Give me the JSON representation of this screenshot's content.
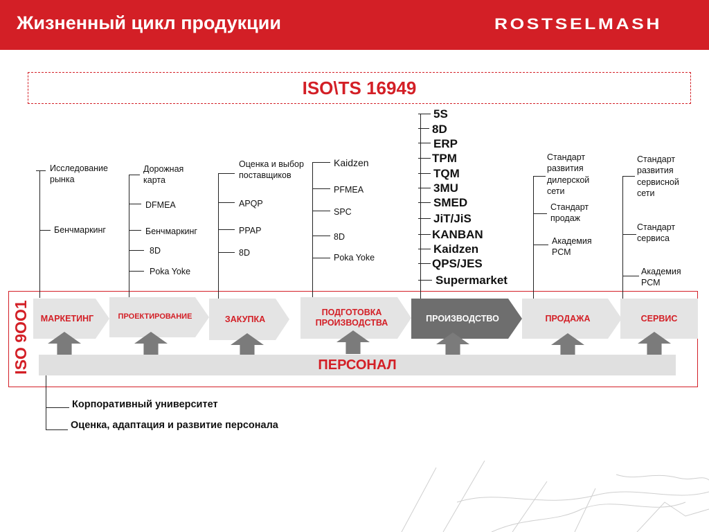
{
  "header": {
    "title": "Жизненный цикл продукции",
    "brand": "ROSTSELMASH"
  },
  "iso_ts": "ISO\\TS 16949",
  "iso9001": "ISO 9OO1",
  "personnel": "ПЕРСОНАЛ",
  "stages": [
    {
      "label": "МАРКЕТИНГ"
    },
    {
      "label": "ПРОЕКТИРОВАНИЕ"
    },
    {
      "label": "ЗАКУПКА"
    },
    {
      "label": "ПОДГОТОВКА ПРОИЗВОДСТВА"
    },
    {
      "label": "ПРОИЗВОДСТВО"
    },
    {
      "label": "ПРОДАЖА"
    },
    {
      "label": "СЕРВИС"
    }
  ],
  "branches": {
    "marketing": [
      "Исследование рынка",
      "Бенчмаркинг"
    ],
    "design": [
      "Дорожная карта",
      "DFMEA",
      "Бенчмаркинг",
      "8D",
      "Poka Yoke"
    ],
    "purchasing": [
      "Оценка и выбор поставщиков",
      "APQP",
      "PPAP",
      "8D"
    ],
    "prep": [
      "Kaidzen",
      "PFMEA",
      "SPC",
      "8D",
      "Poka Yoke"
    ],
    "production": [
      "5S",
      "8D",
      "ERP",
      "TPM",
      "TQM",
      "3MU",
      "SMED",
      "JiT/JiS",
      "KANBAN",
      "Kaidzen",
      "QPS/JES",
      "Supermarket"
    ],
    "sales": [
      "Стандарт развития дилерской сети",
      "Стандарт продаж",
      "Академия РСМ"
    ],
    "service": [
      "Стандарт развития сервисной сети",
      "Стандарт сервиса",
      "Академия РСМ"
    ]
  },
  "footer_items": [
    "Корпоративный университет",
    "Оценка, адаптация и развитие персонала"
  ]
}
